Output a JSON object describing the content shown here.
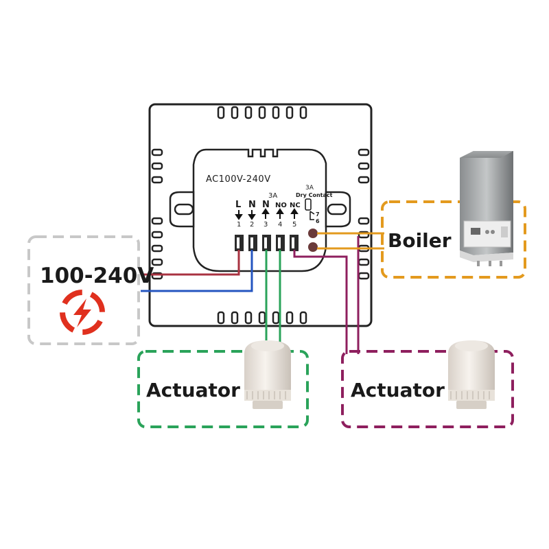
{
  "device": {
    "voltage_label": "AC100V-240V",
    "rating_left": "3A",
    "rating_right": "3A",
    "dry_contact_label": "Dry Contact",
    "terminals": [
      {
        "letter": "L",
        "number": "1",
        "arrow": "down"
      },
      {
        "letter": "N",
        "number": "2",
        "arrow": "down"
      },
      {
        "letter": "N",
        "number": "3",
        "arrow": "up"
      },
      {
        "letter": "NO",
        "number": "4",
        "arrow": "up"
      },
      {
        "letter": "NC",
        "number": "5",
        "arrow": "up"
      }
    ],
    "dry_terminals": [
      {
        "number": "7"
      },
      {
        "number": "6"
      }
    ]
  },
  "power": {
    "label": "100-240V",
    "icon": "lightning-hazard-icon"
  },
  "boiler": {
    "label": "Boiler",
    "icon": "boiler-icon"
  },
  "actuator_left": {
    "label": "Actuator",
    "icon": "actuator-icon"
  },
  "actuator_right": {
    "label": "Actuator",
    "icon": "actuator-icon"
  },
  "colors": {
    "live_wire": "#a83240",
    "neutral_wire": "#2455c0",
    "actuator_left_wire": "#2aa35a",
    "actuator_right_wire": "#8e1f5e",
    "boiler_wire": "#e39a1e",
    "power_box": "#c8c8c8",
    "actuator_left_box": "#2aa35a",
    "actuator_right_box": "#8e1f5e",
    "boiler_box": "#e39a1e",
    "hazard": "#e0301e"
  }
}
